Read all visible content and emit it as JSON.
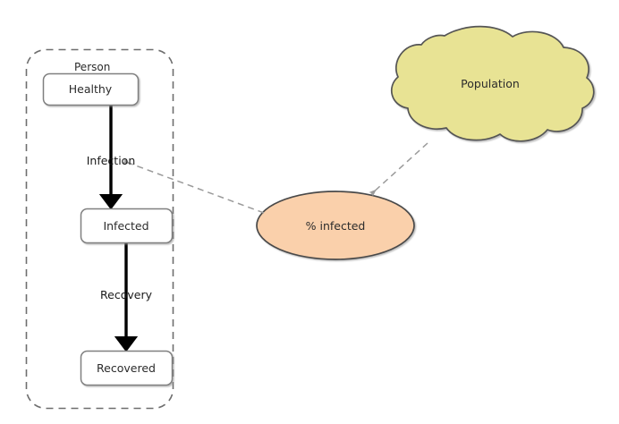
{
  "diagram": {
    "type": "state-flow-diagram",
    "background_color": "#ffffff",
    "container": {
      "label": "Person",
      "shape": "rounded-rectangle-dashed",
      "stroke_color": "#6e6e6e",
      "fill_color": "none"
    },
    "nodes": [
      {
        "id": "healthy",
        "label": "Healthy",
        "shape": "rounded-rectangle",
        "fill_color": "#ffffff",
        "stroke_color": "#808080"
      },
      {
        "id": "infected",
        "label": "Infected",
        "shape": "rounded-rectangle",
        "fill_color": "#ffffff",
        "stroke_color": "#808080"
      },
      {
        "id": "recovered",
        "label": "Recovered",
        "shape": "rounded-rectangle",
        "fill_color": "#ffffff",
        "stroke_color": "#808080"
      },
      {
        "id": "population",
        "label": "Population",
        "shape": "cloud",
        "fill_color": "#e8e394",
        "stroke_color": "#545454"
      },
      {
        "id": "percent-infected",
        "label": "% infected",
        "shape": "ellipse",
        "fill_color": "#fad0ab",
        "stroke_color": "#4a4a4a"
      }
    ],
    "edges": [
      {
        "id": "infection",
        "label": "Infection",
        "from": "healthy",
        "to": "infected",
        "style": "solid-thick",
        "color": "#000000"
      },
      {
        "id": "recovery",
        "label": "Recovery",
        "from": "infected",
        "to": "recovered",
        "style": "solid-thick",
        "color": "#000000"
      },
      {
        "id": "infected-to-infection",
        "label": "",
        "from": "percent-infected",
        "to": "infection",
        "style": "dashed",
        "color": "#9a9a9a"
      },
      {
        "id": "population-to-percent-infected",
        "label": "",
        "from": "population",
        "to": "percent-infected",
        "style": "dashed",
        "color": "#9a9a9a"
      }
    ]
  },
  "colors": {
    "cloud_fill": "#e8e394",
    "cloud_stroke": "#545454",
    "ellipse_fill": "#fad0ab",
    "ellipse_stroke": "#4a4a4a",
    "box_fill": "#ffffff",
    "box_stroke": "#808080",
    "dashed_container_stroke": "#6e6e6e",
    "thick_arrow": "#000000",
    "dashed_arrow": "#9a9a9a",
    "text": "#2b2b2b"
  }
}
